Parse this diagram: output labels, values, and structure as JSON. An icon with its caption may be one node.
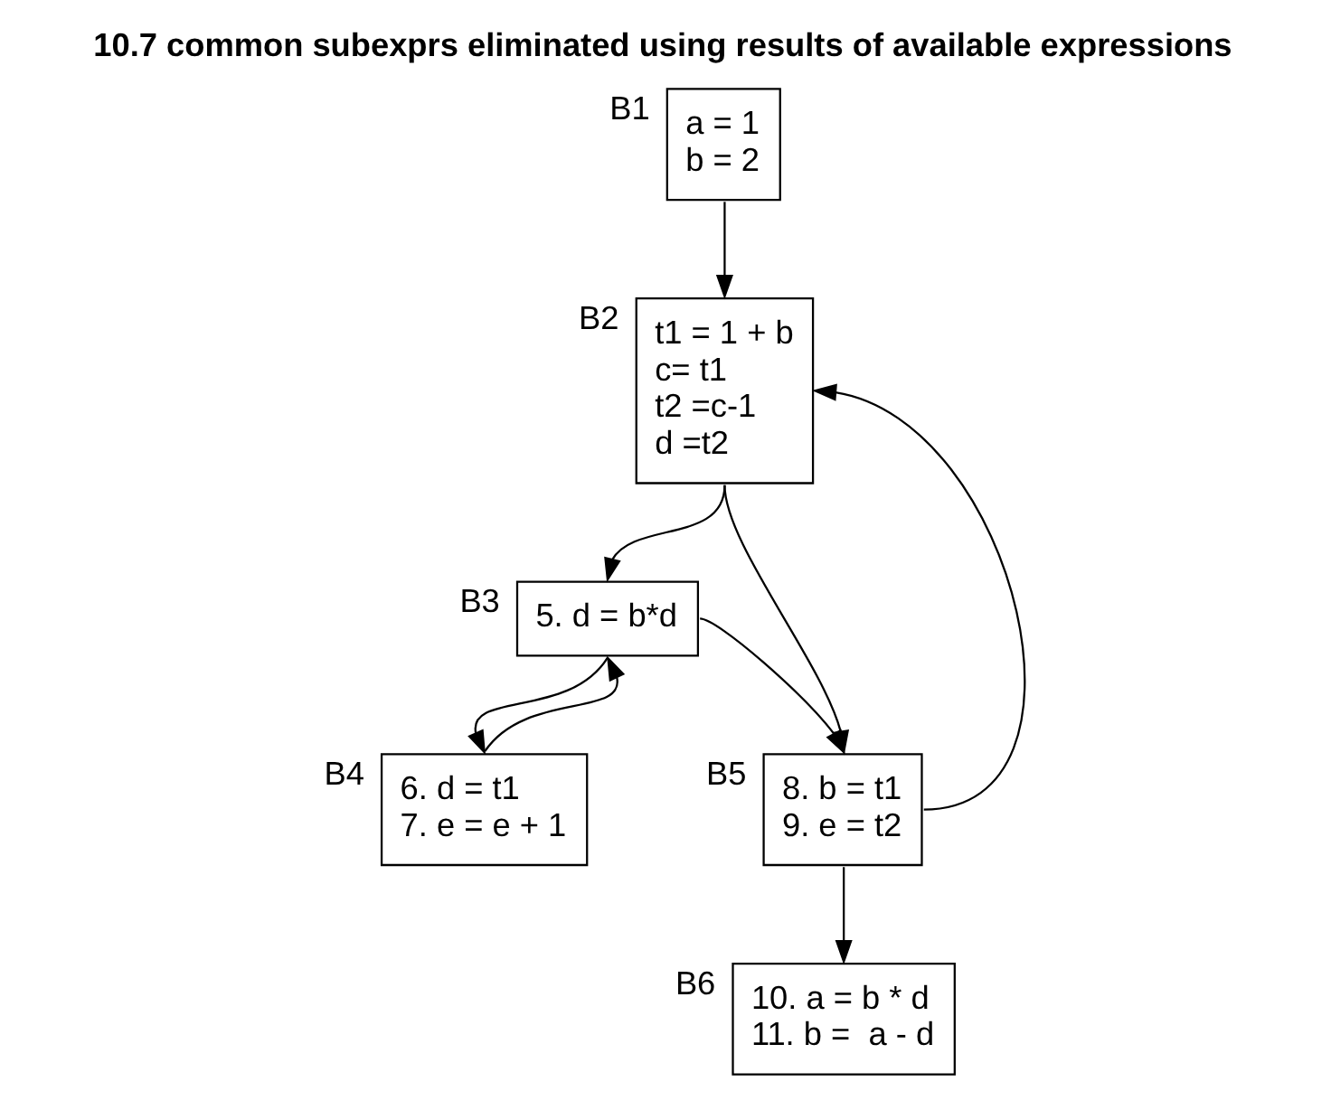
{
  "diagram": {
    "title": "10.7 common subexprs eliminated using results of available expressions",
    "nodes": [
      {
        "text": [
          "a = 1",
          "b = 2"
        ],
        "beside": [
          "B1"
        ]
      },
      {
        "text": [
          "t1 = 1 + b",
          "c= t1",
          "t2 =c-1",
          "d =t2"
        ],
        "beside": [
          "B2"
        ]
      },
      {
        "text": [
          "5. d = b*d"
        ],
        "beside": [
          "B3"
        ]
      },
      {
        "text": [
          "6. d = t1",
          "7. e = e + 1"
        ],
        "beside": [
          "B4"
        ]
      },
      {
        "text": [
          "8. b = t1",
          "9. e = t2"
        ],
        "beside": [
          "B5"
        ]
      },
      {
        "text": [
          "10. a = b * d",
          "11. b =  a - d"
        ],
        "beside": [
          "B6"
        ]
      }
    ],
    "edges": [
      {
        "from": 0,
        "to": 1,
        "arrow": "to"
      },
      {
        "from": 1,
        "to": 2,
        "arrow": "to"
      },
      {
        "from": 1,
        "to": 4,
        "arrow": "to"
      },
      {
        "from": 2,
        "to": 3,
        "arrow": "to"
      },
      {
        "from": 2,
        "to": 4,
        "arrow": "to"
      },
      {
        "from": 4,
        "to": 5,
        "arrow": "to"
      },
      {
        "from": 3,
        "to": 2,
        "arrow": "to"
      },
      {
        "from": 4,
        "to": 1,
        "arrow": "to"
      }
    ]
  }
}
